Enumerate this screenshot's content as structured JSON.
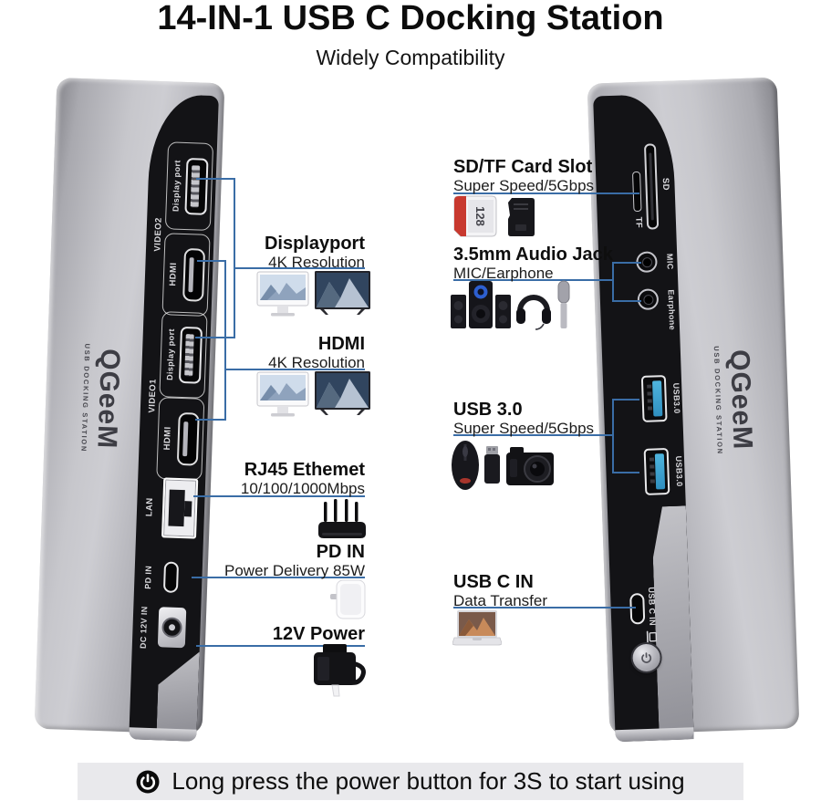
{
  "header": {
    "title": "14-IN-1 USB C Docking Station",
    "subtitle": "Widely Compatibility"
  },
  "devices": {
    "left": {
      "brand": "QGeeM",
      "brand_sub": "USB DOCKING STATION",
      "labels": {
        "video2": "VIDEO2",
        "dp1": "Display port",
        "hdmi1": "HDMI",
        "video1": "VIDEO1",
        "dp2": "Display port",
        "hdmi2": "HDMI",
        "lan": "LAN",
        "pd": "PD IN",
        "dc": "DC 12V IN"
      }
    },
    "right": {
      "brand": "QGeeM",
      "brand_sub": "USB DOCKING STATION",
      "labels": {
        "sd": "SD",
        "tf": "TF",
        "mic": "MIC",
        "earphone": "Earphone",
        "usb1": "USB3.0",
        "usb2": "USB3.0",
        "usbc": "USB C IN"
      }
    }
  },
  "callouts": {
    "displayport": {
      "title": "Displayport",
      "subtitle": "4K Resolution"
    },
    "hdmi": {
      "title": "HDMI",
      "subtitle": "4K Resolution"
    },
    "rj45": {
      "title": "RJ45 Ethemet",
      "subtitle": "10/100/1000Mbps"
    },
    "pd_in": {
      "title": "PD IN",
      "subtitle": "Power Delivery 85W"
    },
    "power12v": {
      "title": "12V Power"
    },
    "sd_tf": {
      "title": "SD/TF Card Slot",
      "subtitle": "Super Speed/5Gbps"
    },
    "audio": {
      "title": "3.5mm Audio Jack",
      "subtitle": "MIC/Earphone"
    },
    "usb30": {
      "title": "USB 3.0",
      "subtitle": "Super Speed/5Gbps"
    },
    "usb_c_in": {
      "title": "USB C IN",
      "subtitle": "Data Transfer"
    }
  },
  "graphics": {
    "sd_card_capacity": "128"
  },
  "footer": {
    "note": "Long press the power button for 3S to start using"
  },
  "colors": {
    "leader_line": "#3a6da6",
    "usb_port_blue": "#41a8d4",
    "device_black": "#131316",
    "footer_bg": "#e9e9ec"
  }
}
